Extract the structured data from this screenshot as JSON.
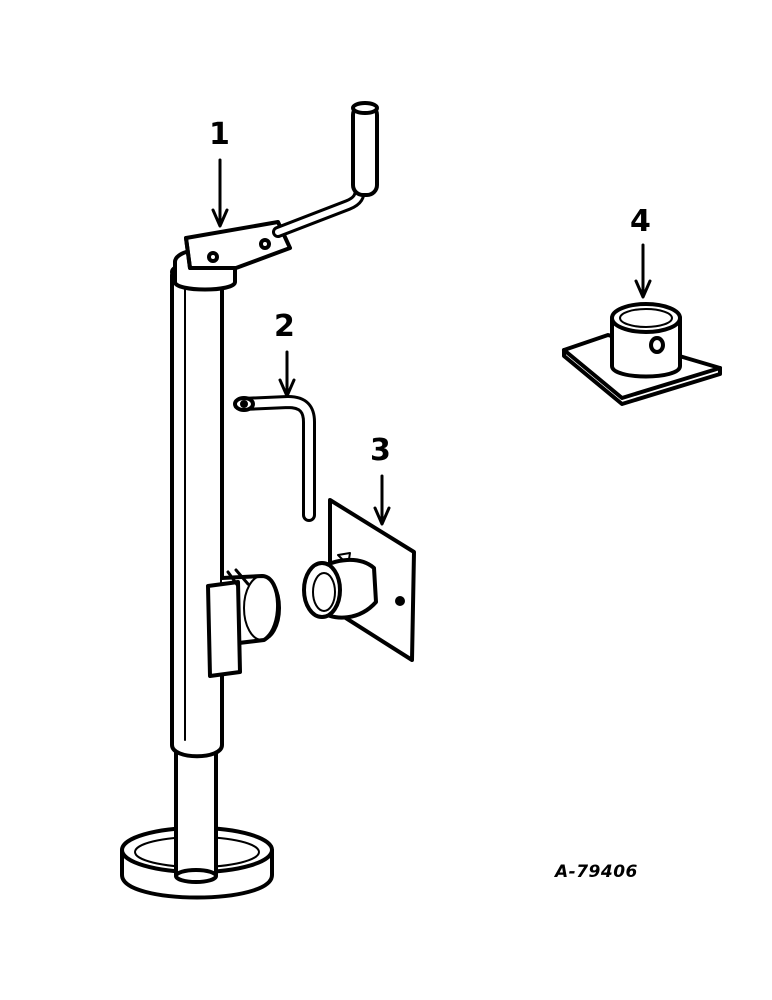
{
  "callouts": {
    "c1": "1",
    "c2": "2",
    "c3": "3",
    "c4": "4"
  },
  "figure_id": "A-79406"
}
